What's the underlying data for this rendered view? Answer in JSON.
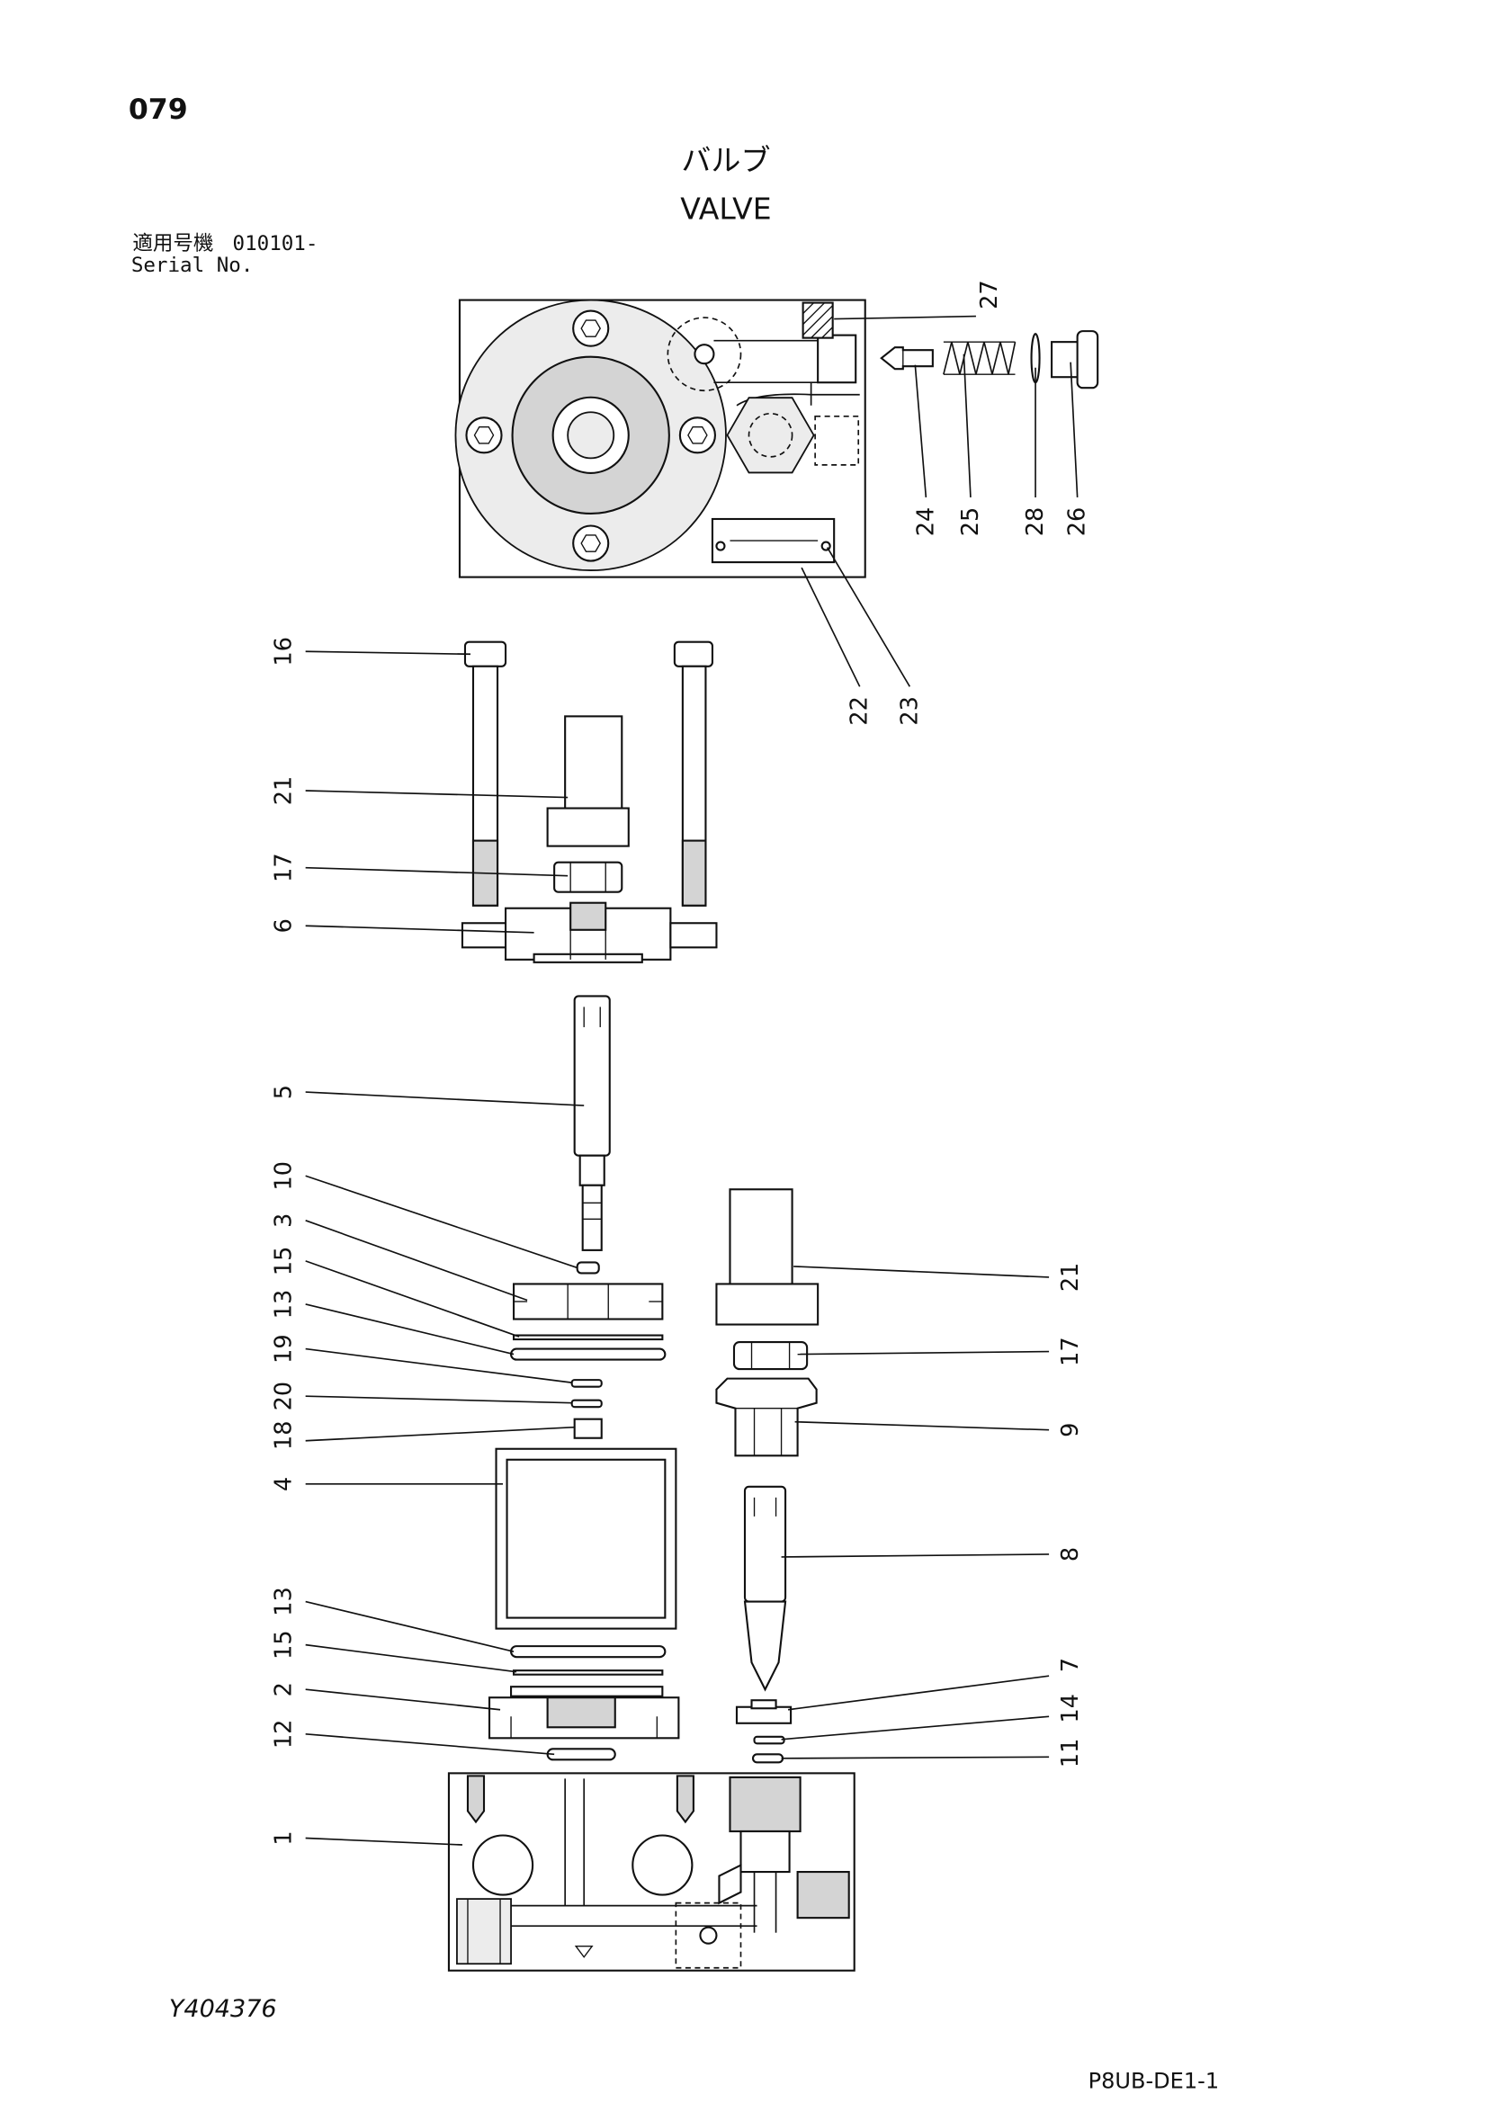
{
  "page": {
    "number": "079",
    "title_ja": "バルブ",
    "title_en": "VALVE"
  },
  "applicability": {
    "label_ja": "適用号機",
    "serial_from": "010101-",
    "label_en": "Serial No."
  },
  "callouts": {
    "top": [
      "27",
      "24",
      "25",
      "28",
      "26",
      "22",
      "23"
    ],
    "left": [
      "16",
      "21",
      "17",
      "6",
      "5",
      "10",
      "3",
      "15",
      "13",
      "19",
      "20",
      "18",
      "4",
      "13",
      "15",
      "2",
      "12",
      "1"
    ],
    "right": [
      "21",
      "17",
      "9",
      "8",
      "7",
      "14",
      "11"
    ]
  },
  "footer": {
    "drawing_no": "Y404376",
    "sheet_code": "P8UB-DE1-1"
  }
}
